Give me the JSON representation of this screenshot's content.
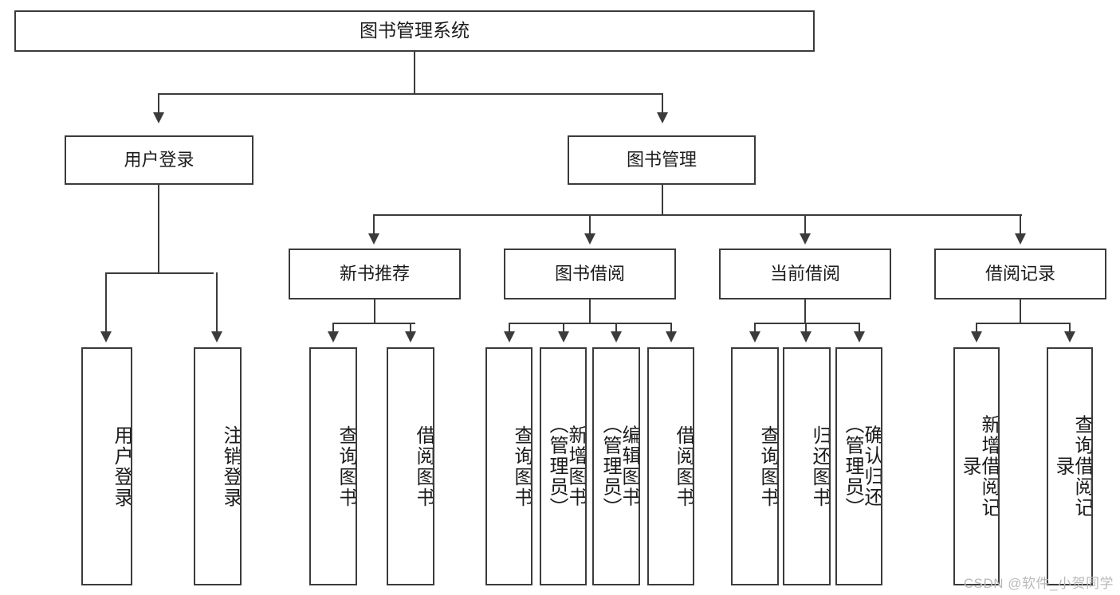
{
  "diagram": {
    "title": "图书管理系统",
    "type": "hierarchy-tree",
    "root": {
      "label": "图书管理系统"
    },
    "level2": [
      {
        "label": "用户登录"
      },
      {
        "label": "图书管理"
      }
    ],
    "level3": [
      {
        "label": "新书推荐"
      },
      {
        "label": "图书借阅"
      },
      {
        "label": "当前借阅"
      },
      {
        "label": "借阅记录"
      }
    ],
    "leaves": [
      {
        "label": "用户登录"
      },
      {
        "label": "注销登录"
      },
      {
        "label": "查询图书"
      },
      {
        "label": "借阅图书"
      },
      {
        "label": "查询图书"
      },
      {
        "label": "新增图书（管理员）"
      },
      {
        "label": "编辑图书（管理员）"
      },
      {
        "label": "借阅图书"
      },
      {
        "label": "查询图书"
      },
      {
        "label": "归还图书"
      },
      {
        "label": "确认归还（管理员）"
      },
      {
        "label": "新增借阅记录"
      },
      {
        "label": "查询借阅记录"
      }
    ]
  },
  "watermark": {
    "text": "CSDN @软件_小贺同学"
  },
  "colors": {
    "stroke": "#3b3b3b",
    "fill": "#ffffff",
    "text": "#1b1b1b",
    "watermark": "#b9b9b9"
  }
}
